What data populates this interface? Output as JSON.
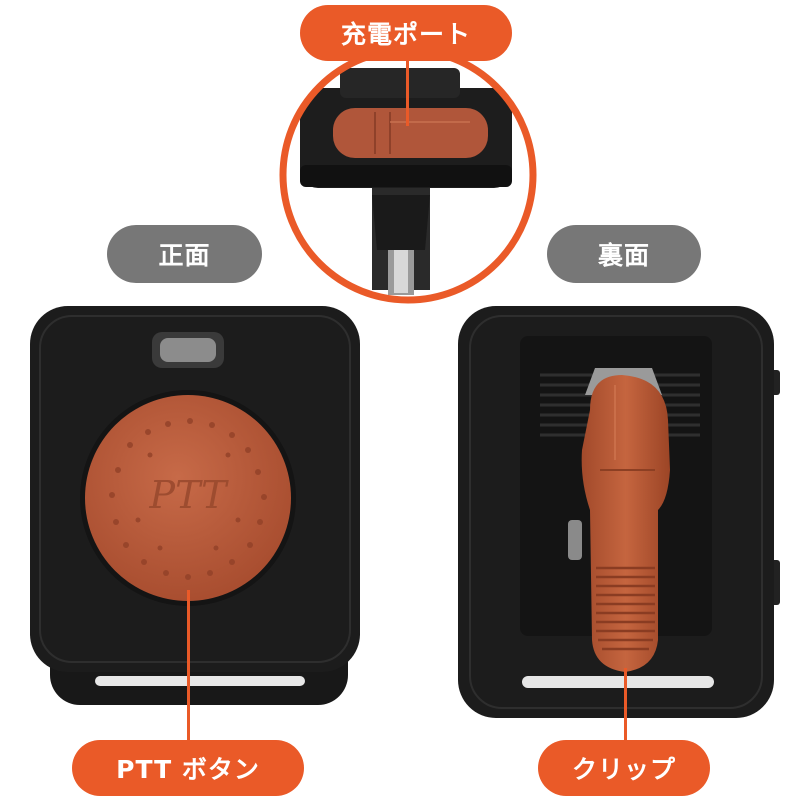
{
  "labels": {
    "charging_port": "充電ポート",
    "front": "正面",
    "back": "裏面",
    "ptt_button": "PTT ボタン",
    "clip": "クリップ"
  },
  "device": {
    "ptt_engraving": "PTT"
  },
  "colors": {
    "accent": "#ea5a28",
    "label_gray": "#777777",
    "device_body": "#1c1c1c",
    "button_orange": "#b85a38"
  }
}
